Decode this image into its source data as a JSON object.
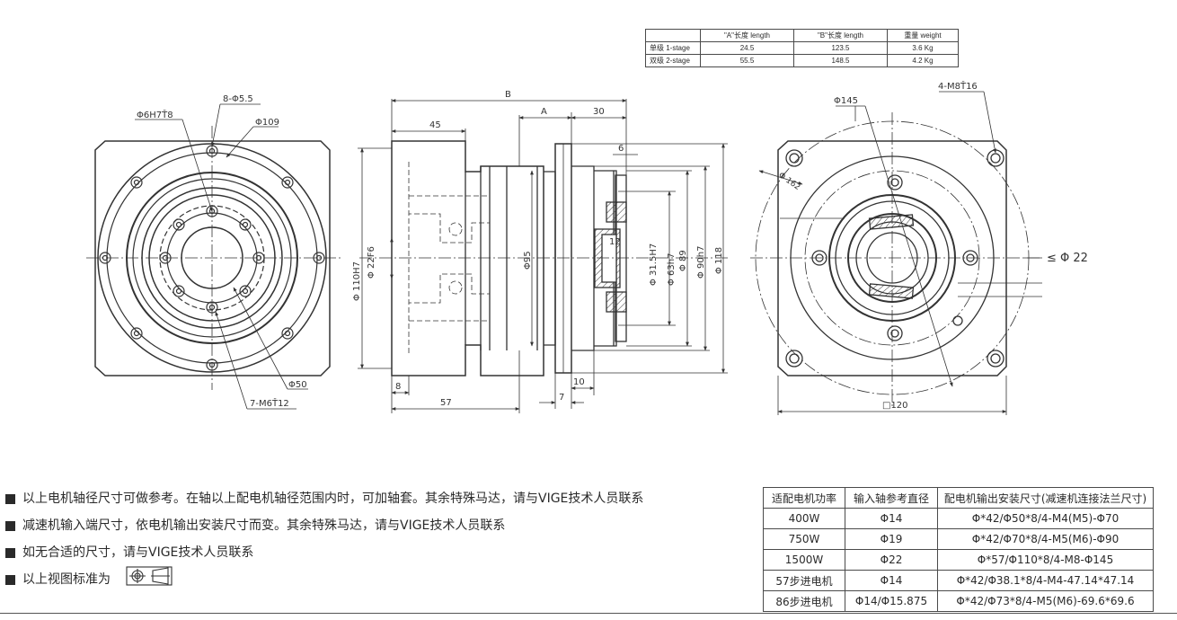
{
  "spec_table": {
    "headers": [
      "",
      "\"A\"长度 length",
      "\"B\"长度  length",
      "重量 weight"
    ],
    "rows": [
      [
        "单级 1-stage",
        "24.5",
        "123.5",
        "3.6 Kg"
      ],
      [
        "双级 2-stage",
        "55.5",
        "148.5",
        "4.2 Kg"
      ]
    ]
  },
  "front_view": {
    "labels": {
      "pilot": "Φ6H7Ť8",
      "holes": "8-Φ5.5",
      "pcd": "Φ109",
      "bore": "Φ50",
      "taps": "7-M6Ť12"
    }
  },
  "side_view": {
    "labels": {
      "B": "B",
      "A": "A",
      "d45": "45",
      "d30": "30",
      "d6": "6",
      "d8": "8",
      "d57": "57",
      "d7": "7",
      "d10": "10",
      "d12": "12",
      "dia110": "Φ 110H7",
      "dia22": "Φ 22F6",
      "dia95": "Φ95",
      "dia315": "Φ 31.5H7",
      "dia63": "Φ 63h7",
      "dia89": "Φ 89",
      "dia90": "Φ 90h7",
      "dia118": "Φ 118"
    }
  },
  "rear_view": {
    "labels": {
      "d145": "Φ145",
      "taps": "4-M8Ť16",
      "d162": "Φ 162",
      "shaft_max": "≤ Φ 22",
      "square": "□120"
    }
  },
  "notes": [
    "以上电机轴径尺寸可做参考。在轴以上配电机轴径范围内时，可加轴套。其余特殊马达，请与VIGE技术人员联系",
    "减速机输入端尺寸，依电机输出安装尺寸而变。其余特殊马达，请与VIGE技术人员联系",
    "如无合适的尺寸，请与VIGE技术人员联系",
    "以上视图标准为"
  ],
  "motor_table": {
    "headers": [
      "适配电机功率",
      "输入轴参考直径",
      "配电机输出安装尺寸(减速机连接法兰尺寸)"
    ],
    "rows": [
      [
        "400W",
        "Φ14",
        "Φ*42/Φ50*8/4-M4(M5)-Φ70"
      ],
      [
        "750W",
        "Φ19",
        "Φ*42/Φ70*8/4-M5(M6)-Φ90"
      ],
      [
        "1500W",
        "Φ22",
        "Φ*57/Φ110*8/4-M8-Φ145"
      ],
      [
        "57步进电机",
        "Φ14",
        "Φ*42/Φ38.1*8/4-M4-47.14*47.14"
      ],
      [
        "86步进电机",
        "Φ14/Φ15.875",
        "Φ*42/Φ73*8/4-M5(M6)-69.6*69.6"
      ]
    ]
  }
}
